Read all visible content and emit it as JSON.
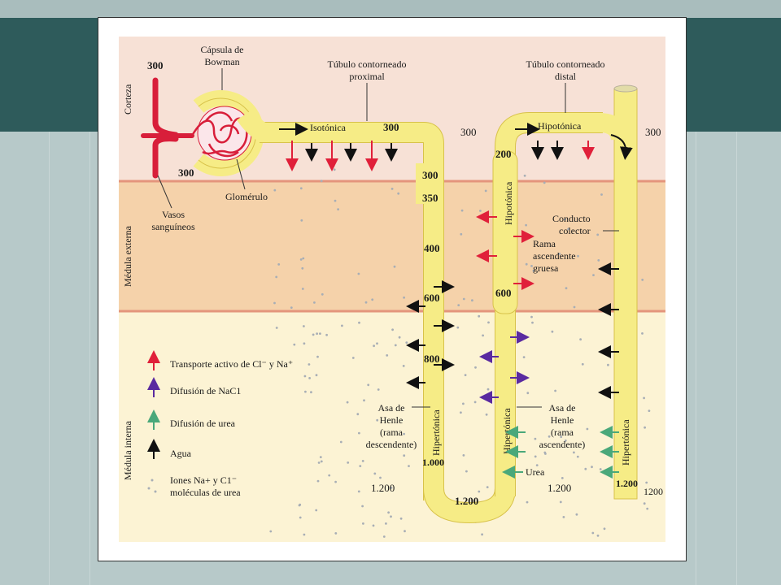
{
  "zones": {
    "cortex": "Corteza",
    "outer_medulla": "Médula externa",
    "inner_medulla": "Médula interna"
  },
  "labels": {
    "bowman_line1": "Cápsula de",
    "bowman_line2": "Bowman",
    "proximal_line1": "Túbulo contorneado",
    "proximal_line2": "proximal",
    "distal_line1": "Túbulo contorneado",
    "distal_line2": "distal",
    "glomerulus": "Glomérulo",
    "vessels_line1": "Vasos",
    "vessels_line2": "sanguíneos",
    "isotonic": "Isotónica",
    "hypotonic_top": "Hipotónica",
    "hypotonic_vertical": "Hipotónica",
    "collecting_line1": "Conducto",
    "collecting_line2": "colector",
    "thick_line1": "Rama",
    "thick_line2": "ascendente",
    "thick_line3": "gruesa",
    "henle_desc_line1": "Asa de",
    "henle_desc_line2": "Henle",
    "henle_desc_line3": "(rama",
    "henle_desc_line4": "descendente)",
    "henle_asc_line1": "Asa de",
    "henle_asc_line2": "Henle",
    "henle_asc_line3": "(rama",
    "henle_asc_line4": "ascendente)",
    "hypertonic_desc": "Hipertónica",
    "hypertonic_asc": "Hipertónica",
    "hypertonic_collect": "Hipertónica",
    "urea": "Urea"
  },
  "osmolarity": {
    "v300_vessel_top": "300",
    "v300_vessel_bottom": "300",
    "v300_proximal": "300",
    "v300_cortex_mid": "300",
    "v300_cortex_right": "300",
    "v300_desc": "300",
    "v350": "350",
    "v400": "400",
    "v600_desc": "600",
    "v800": "800",
    "v1000": "1.000",
    "v1200_left": "1.200",
    "v1200_bottom": "1.200",
    "v1200_mid": "1.200",
    "v1200_collect": "1.200",
    "v1200_right": "1200",
    "v200": "200",
    "v600_asc": "600"
  },
  "legend": {
    "items": [
      {
        "label": "Transporte activo de Cl⁻ y Na⁺",
        "color": "#e0203a"
      },
      {
        "label": "Difusión de NaC1",
        "color": "#5a2aa0"
      },
      {
        "label": "Difusión de urea",
        "color": "#4aa87a"
      },
      {
        "label": "Agua",
        "color": "#111111"
      }
    ],
    "dots_line1": "Iones Na+ y C1⁻",
    "dots_line2": "moléculas de urea"
  },
  "colors": {
    "cortex": "#f7e1d6",
    "outer_medulla": "#f5d2aa",
    "inner_medulla": "#fcf3d4",
    "tubule": "#f6ec86",
    "tubule_outline": "#d8c24a",
    "red": "#e0203a",
    "purple": "#5a2aa0",
    "green": "#4aa87a"
  }
}
